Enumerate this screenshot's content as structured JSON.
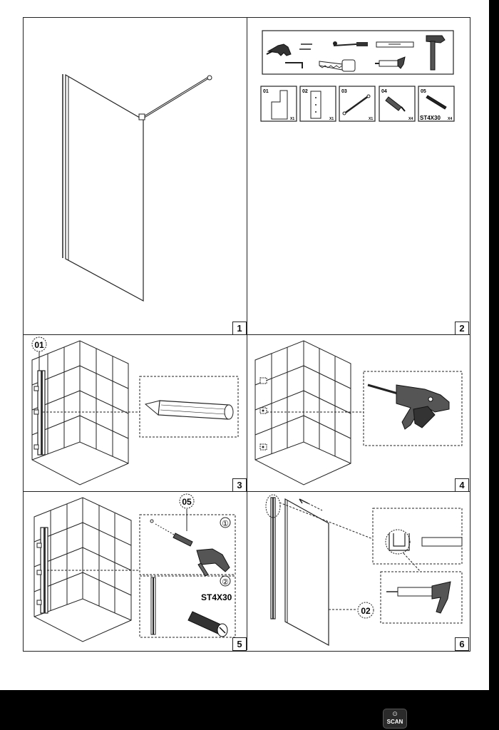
{
  "steps": [
    {
      "number": "1"
    },
    {
      "number": "2"
    },
    {
      "number": "3"
    },
    {
      "number": "4"
    },
    {
      "number": "5"
    },
    {
      "number": "6"
    }
  ],
  "parts": [
    {
      "code": "01",
      "qty": "X1"
    },
    {
      "code": "02",
      "qty": "X1"
    },
    {
      "code": "03",
      "qty": "X1"
    },
    {
      "code": "04",
      "qty": "X4"
    },
    {
      "code": "05",
      "qty": "X4",
      "spec": "ST4X30"
    }
  ],
  "callouts": {
    "step3_part": "01",
    "step5_part": "05",
    "step5_sub1": "①",
    "step5_sub2": "②",
    "step5_screw": "ST4X30",
    "step6_part": "02"
  },
  "tools": [
    "drill-icon",
    "bit-icon",
    "screwdriver-icon",
    "spirit-level-icon",
    "hammer-icon",
    "allen-key-icon",
    "saw-icon",
    "silicone-gun-icon"
  ],
  "footer": {
    "scan_label": "SCAN"
  }
}
